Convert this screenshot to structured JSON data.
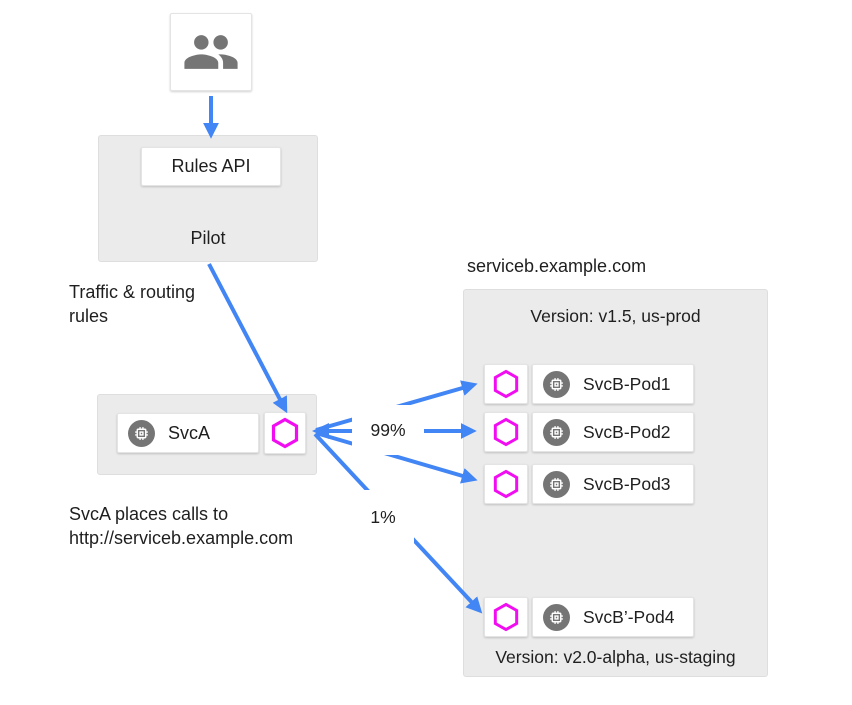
{
  "colors": {
    "arrow_blue": "#4285F4",
    "envoy_magenta": "#F20CF2",
    "panel_gray": "#EBEBEB",
    "icon_gray": "#757575",
    "text_dark": "#1F1F1F"
  },
  "icons": {
    "operator": "users-icon",
    "service": "chip-icon",
    "proxy": "envoy-hexagon-icon"
  },
  "pilot": {
    "title": "Pilot",
    "rules_api_label": "Rules API"
  },
  "svca": {
    "label": "SvcA"
  },
  "annotations": {
    "traffic_rules_line1": "Traffic & routing",
    "traffic_rules_line2": "rules",
    "svca_calls_line1": "SvcA places calls to",
    "svca_calls_line2": "http://serviceb.example.com",
    "pct_majority": "99%",
    "pct_minority": "1%"
  },
  "serviceb": {
    "domain": "serviceb.example.com",
    "prod_version_label": "Version: v1.5, us-prod",
    "staging_version_label": "Version: v2.0-alpha, us-staging",
    "prod_pods": [
      {
        "label": "SvcB-Pod1"
      },
      {
        "label": "SvcB-Pod2"
      },
      {
        "label": "SvcB-Pod3"
      }
    ],
    "staging_pods": [
      {
        "label": "SvcB’-Pod4"
      }
    ]
  }
}
